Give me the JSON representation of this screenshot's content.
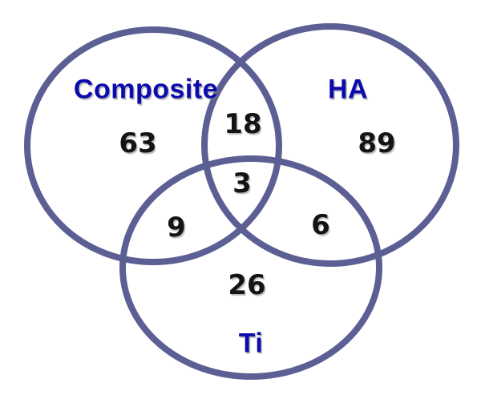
{
  "venn": {
    "kind": "three-set-venn-diagram",
    "background_color": "#ffffff",
    "circle_stroke_color": "#5c5f93",
    "set_label_color": "#0a0aad",
    "count_color": "#141414",
    "sets": [
      {
        "id": "composite",
        "label": "Composite",
        "exclusive_count": "63"
      },
      {
        "id": "ha",
        "label": "HA",
        "exclusive_count": "89"
      },
      {
        "id": "ti",
        "label": "Ti",
        "exclusive_count": "26"
      }
    ],
    "intersections": {
      "composite_ha": "18",
      "composite_ti": "9",
      "ha_ti": "6",
      "composite_ha_ti": "3"
    }
  },
  "chart_data": {
    "type": "venn",
    "sets": [
      "Composite",
      "HA",
      "Ti"
    ],
    "region_values": {
      "Composite_only": 63,
      "HA_only": 89,
      "Ti_only": 26,
      "Composite_and_HA": 18,
      "Composite_and_Ti": 9,
      "HA_and_Ti": 6,
      "Composite_and_HA_and_Ti": 3
    },
    "legend_position": "labels-inside-circles",
    "grid": false
  }
}
